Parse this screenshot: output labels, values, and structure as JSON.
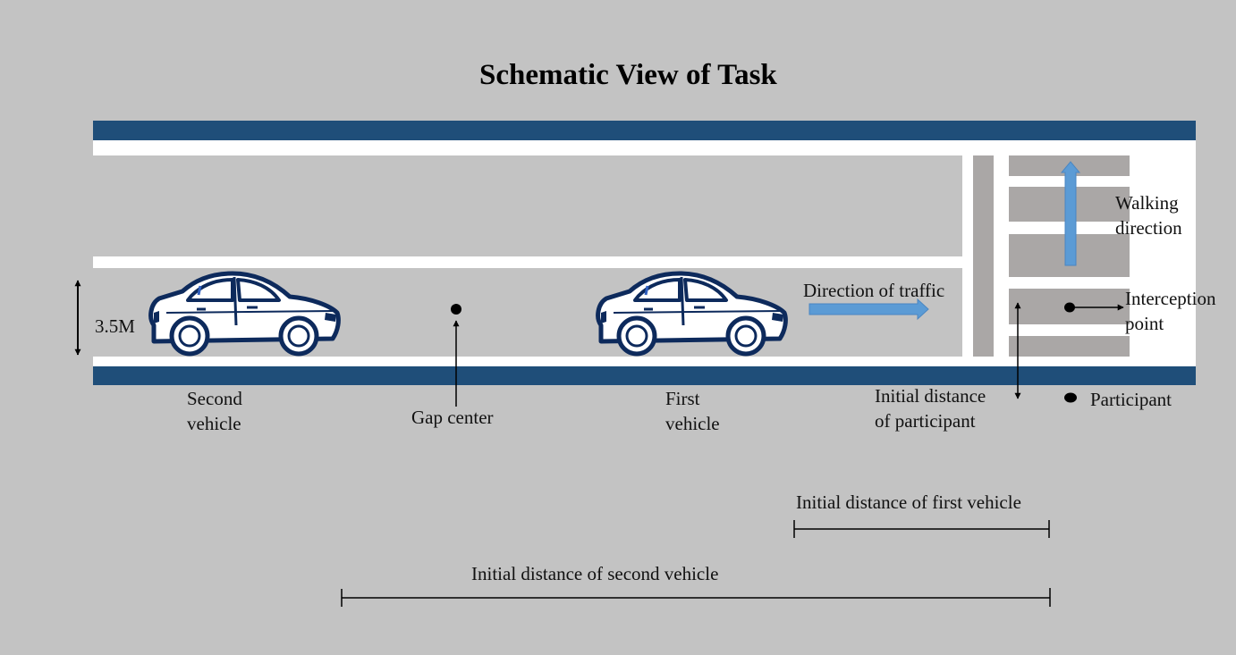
{
  "title": "Schematic View of Task",
  "labels": {
    "lane_width": "3.5M",
    "second_vehicle": [
      "Second",
      "vehicle"
    ],
    "gap_center": "Gap center",
    "first_vehicle": [
      "First",
      "vehicle"
    ],
    "direction_of_traffic": "Direction of traffic",
    "walking_direction": [
      "Walking",
      "direction"
    ],
    "interception_point": [
      "Interception",
      "point"
    ],
    "initial_distance_participant": [
      "Initial distance",
      "of participant"
    ],
    "participant": "Participant",
    "initial_distance_first_vehicle": "Initial distance of first vehicle",
    "initial_distance_second_vehicle": "Initial distance of second vehicle"
  },
  "colors": {
    "background": "#c3c3c3",
    "road_edge": "#1f4e79",
    "lane_marking": "#ffffff",
    "arrow_fill": "#5b9bd5",
    "crosswalk_stripe": "#aaa7a6",
    "car_outline": "#0d2a5c",
    "car_body": "#ffffff"
  },
  "icons": {
    "vehicle": "car-icon",
    "direction": "block-arrow-icon",
    "point": "dot-icon"
  }
}
